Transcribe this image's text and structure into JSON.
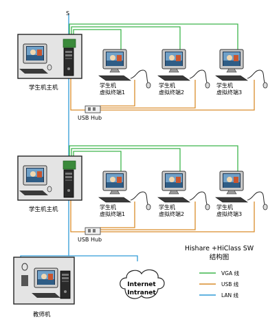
{
  "diagram": {
    "title_line1": "Hishare +HiClass SW",
    "title_line2": "结构图",
    "groups": [
      {
        "host_label": "学生机主机",
        "hub_label": "USB Hub",
        "terminals": [
          {
            "line1": "学生机",
            "line2": "虚拟终端1"
          },
          {
            "line1": "学生机",
            "line2": "虚拟终端2"
          },
          {
            "line1": "学生机",
            "line2": "虚拟终端3"
          }
        ]
      },
      {
        "host_label": "学生机主机",
        "hub_label": "USB Hub",
        "terminals": [
          {
            "line1": "学生机",
            "line2": "虚拟终端1"
          },
          {
            "line1": "学生机",
            "line2": "虚拟终端2"
          },
          {
            "line1": "学生机",
            "line2": "虚拟终端3"
          }
        ]
      }
    ],
    "teacher_label": "教师机",
    "cloud_line1": "Internet",
    "cloud_line2": "Intranet",
    "lan_top_marker": "S",
    "legend": [
      {
        "label": "VGA 线",
        "color": "#3cb54a"
      },
      {
        "label": "USB 线",
        "color": "#d98c2a"
      },
      {
        "label": "LAN 线",
        "color": "#2e9ad6"
      }
    ],
    "colors": {
      "vga": "#3cb54a",
      "usb": "#d98c2a",
      "lan": "#2e9ad6",
      "host_box": "#e4e4e4",
      "cloud_text": "#1a7fd0"
    }
  }
}
